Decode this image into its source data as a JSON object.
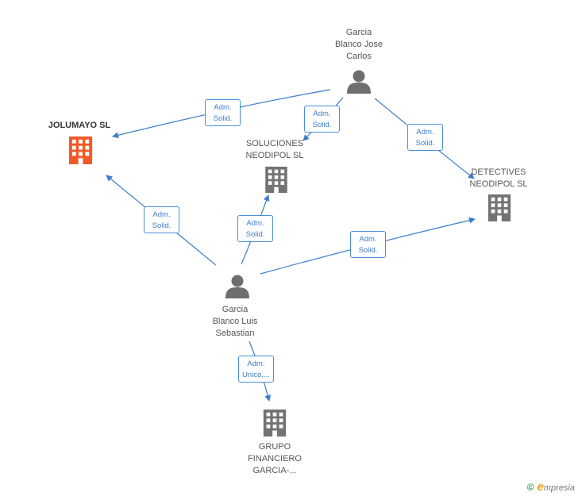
{
  "colors": {
    "edge": "#3d7dc8",
    "company": "#737373",
    "highlight": "#f05a28",
    "person": "#6e6e6e"
  },
  "nodes": {
    "garcia_jose": {
      "label": "Garcia\nBlanco Jose\nCarlos",
      "icon": "person-icon"
    },
    "garcia_luis": {
      "label": "Garcia\nBlanco Luis\nSebastian",
      "icon": "person-icon"
    },
    "jolumayo": {
      "label": "JOLUMAYO SL",
      "icon": "building-icon"
    },
    "soluciones": {
      "label": "SOLUCIONES\nNEODIPOL SL",
      "icon": "building-icon"
    },
    "detectives": {
      "label": "DETECTIVES\nNEODIPOL SL",
      "icon": "building-icon"
    },
    "grupo": {
      "label": "GRUPO\nFINANCIERO\nGARCIA-...",
      "icon": "building-icon"
    }
  },
  "edges": [
    {
      "from": "garcia_jose",
      "to": "jolumayo",
      "line1": "Adm.",
      "line2": "Solid."
    },
    {
      "from": "garcia_jose",
      "to": "soluciones",
      "line1": "Adm.",
      "line2": "Solid."
    },
    {
      "from": "garcia_jose",
      "to": "detectives",
      "line1": "Adm.",
      "line2": "Solid."
    },
    {
      "from": "garcia_luis",
      "to": "jolumayo",
      "line1": "Adm.",
      "line2": "Solid."
    },
    {
      "from": "garcia_luis",
      "to": "soluciones",
      "line1": "Adm.",
      "line2": "Solid."
    },
    {
      "from": "garcia_luis",
      "to": "detectives",
      "line1": "Adm.",
      "line2": "Solid."
    },
    {
      "from": "garcia_luis",
      "to": "grupo",
      "line1": "Adm.",
      "line2": "Unico,..."
    }
  ],
  "footer": {
    "copyright": "©",
    "brand_initial": "e",
    "brand_rest": "mpresia"
  }
}
